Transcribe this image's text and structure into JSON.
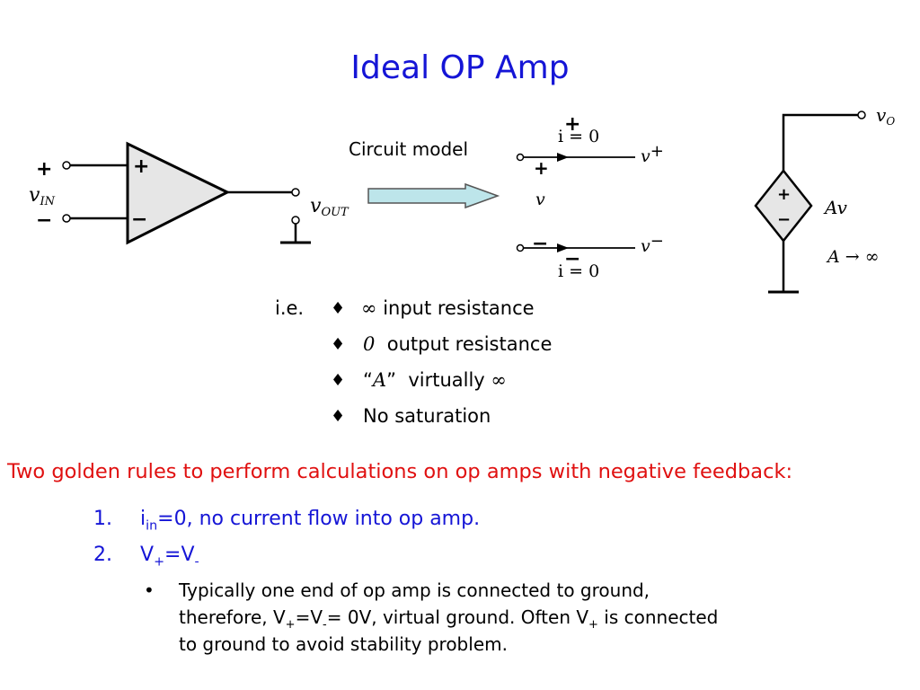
{
  "title": "Ideal OP Amp",
  "opamp": {
    "plus_sign": "+",
    "minus_sign": "−",
    "v_in": "v",
    "v_in_sub": "IN",
    "v_out": "v",
    "v_out_sub": "OUT"
  },
  "circuit_model": {
    "label": "Circuit model",
    "i_top": "i = 0",
    "i_bottom": "i = 0",
    "v_input": "v",
    "v_plus": "v",
    "v_minus": "v",
    "plus_sign": "+",
    "minus_sign": "−"
  },
  "source_model": {
    "v_o": "v",
    "v_o_sub": "O",
    "gain_label": "Av",
    "limit_label": "A → ∞",
    "plus_sign": "+",
    "minus_sign": "−"
  },
  "properties": {
    "prefix": "i.e.",
    "bullet_symbol": "♦",
    "items": [
      {
        "symbol": "∞",
        "text": "input resistance"
      },
      {
        "symbol": "0",
        "text": "output resistance"
      },
      {
        "open_quote": "“",
        "symbol": "A",
        "close_quote": "”",
        "text": "virtually",
        "suffix_symbol": "∞"
      },
      {
        "text": "No saturation"
      }
    ]
  },
  "golden_rules": {
    "heading": "Two golden rules to perform calculations on op amps with negative feedback:",
    "rules": [
      {
        "number": "1.",
        "i": "i",
        "i_sub": "in",
        "text": "=0,  no current flow into op amp."
      },
      {
        "number": "2.",
        "v1": "V",
        "v1_sub": "+",
        "eq": "=V",
        "v2_sub": "-"
      }
    ],
    "note": {
      "bullet": "•",
      "line1": "Typically one end of op amp is connected to ground,",
      "line2_a": "therefore, V",
      "line2_sub1": "+",
      "line2_b": "=V",
      "line2_sub2": "-",
      "line2_c": "= 0V, virtual ground.   Often V",
      "line2_sub3": "+",
      "line2_d": " is connected",
      "line3": "to ground to avoid stability problem."
    }
  },
  "colors": {
    "title": "#1515d6",
    "rule_text": "#1515d6",
    "golden_heading": "#e01010",
    "opamp_fill": "#e6e6e6",
    "arrow_fill": "#bde5ea"
  }
}
